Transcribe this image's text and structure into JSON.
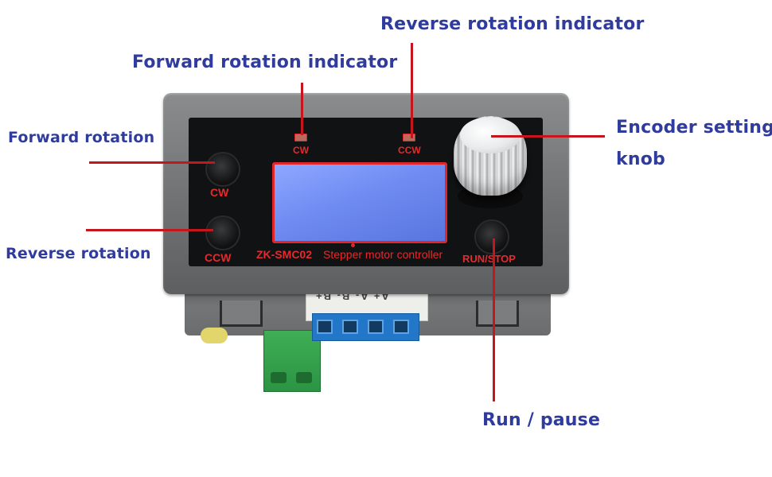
{
  "callouts": {
    "reverse_indicator": "Reverse rotation indicator",
    "forward_indicator": "Forward rotation indicator",
    "forward_rotation": "Forward rotation",
    "reverse_rotation": "Reverse rotation",
    "encoder_line1": "Encoder setting",
    "encoder_line2": "knob",
    "run_pause": "Run / pause"
  },
  "device": {
    "led_cw_label": "CW",
    "led_ccw_label": "CCW",
    "btn_cw_label": "CW",
    "btn_ccw_label": "CCW",
    "run_stop_label": "RUN/STOP",
    "model_label": "ZK-SMC02",
    "model_desc": "Stepper motor controller",
    "terminal_print": "A+ A- B- B+"
  },
  "colors": {
    "callout_text": "#2f3c9e",
    "leader_line": "#c4161c",
    "panel_print": "#e42a2d",
    "lcd_blue": "#6f8cf2"
  }
}
